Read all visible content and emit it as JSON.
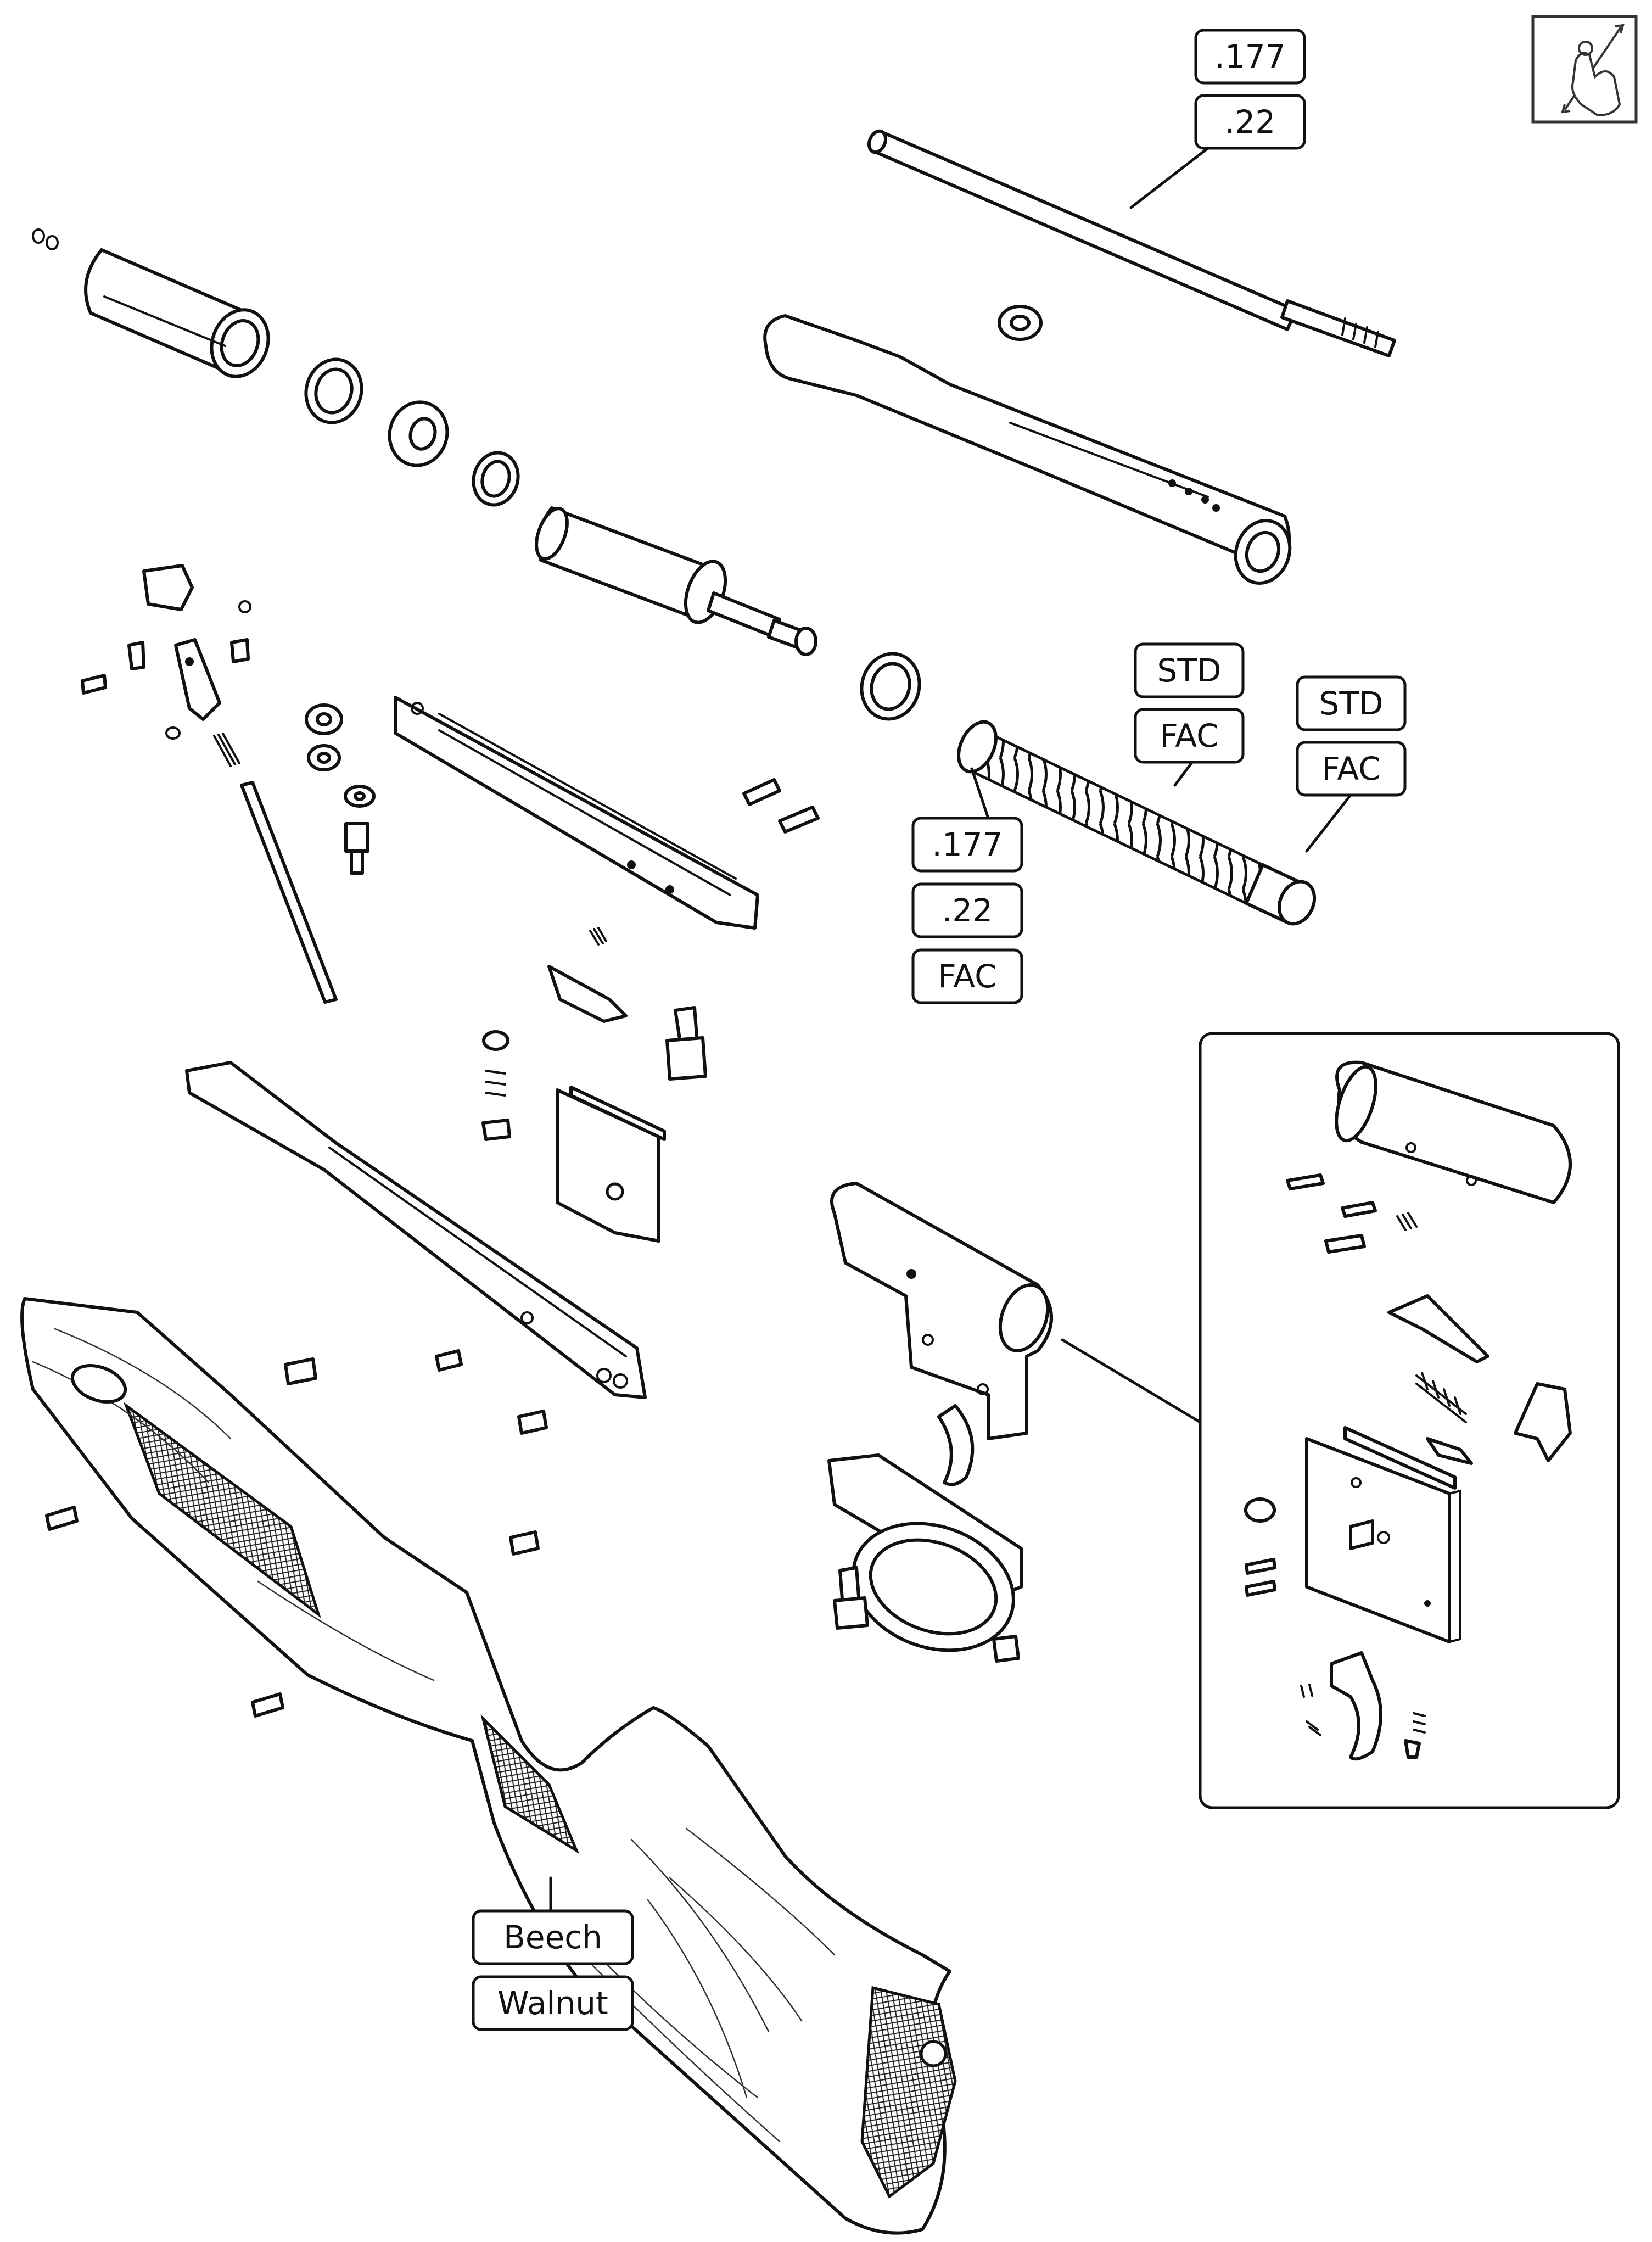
{
  "labels": {
    "barrel_calibre": [
      ".177",
      ".22"
    ],
    "spring_centre": [
      "STD",
      "FAC"
    ],
    "spring_right": [
      "STD",
      "FAC"
    ],
    "piston_options": [
      ".177",
      ".22",
      "FAC"
    ],
    "stock_wood": [
      "Beech",
      "Walnut"
    ]
  },
  "icons": {
    "top_right": "touch-zoom-icon"
  },
  "colors": {
    "line": "#111111",
    "background": "#ffffff"
  }
}
